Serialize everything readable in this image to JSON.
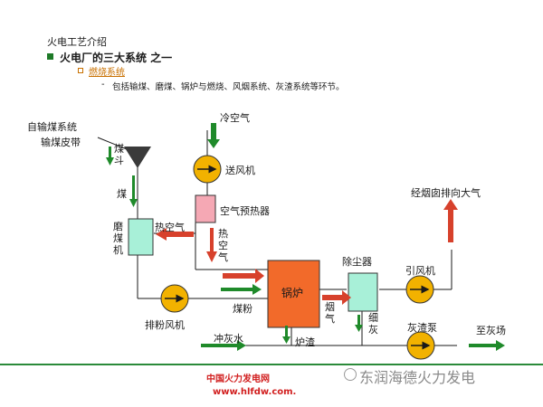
{
  "page": {
    "title": "火电工艺介绍",
    "heading": "火电厂的三大系统 之一",
    "subheading": "燃烧系统",
    "description_dash": "-",
    "description": "包括输煤、磨煤、锅炉与燃烧、风烟系统、灰渣系统等环节。"
  },
  "diagram": {
    "labels": {
      "coal_transport_1": "自输煤系统",
      "coal_transport_2": "输煤皮带",
      "cold_air": "冷空气",
      "coal_hopper": "煤斗",
      "coal": "煤",
      "fd_fan": "送风机",
      "flue_to_atmosphere": "经烟囱排向大气",
      "mill": "磨煤机",
      "hot_air_left": "热空气",
      "air_preheater": "空气预热器",
      "hot_air_vertical": "热空气",
      "dust_collector": "除尘器",
      "id_fan": "引风机",
      "boiler": "锅炉",
      "flue_gas": "烟气",
      "fine_ash": "细灰",
      "exhauster": "排粉风机",
      "pulverized_coal": "煤粉",
      "ash_pump": "灰渣泵",
      "to_ash_yard": "至灰场",
      "flushing_water": "冲灰水",
      "slag": "炉渣"
    }
  },
  "footer": {
    "site_name": "中国火力发电网",
    "site_url": "www.hlfdw.com.",
    "watermark": "东润海德火力发电"
  },
  "colors": {
    "green_arrow": "#1f8a2a",
    "red_arrow": "#d7412c",
    "boiler": "#f26a2a",
    "mill_box": "#a8f0d8",
    "preheater_box": "#f5a8b4",
    "fan": "#f2b200",
    "footer_red": "#d11e1e"
  }
}
